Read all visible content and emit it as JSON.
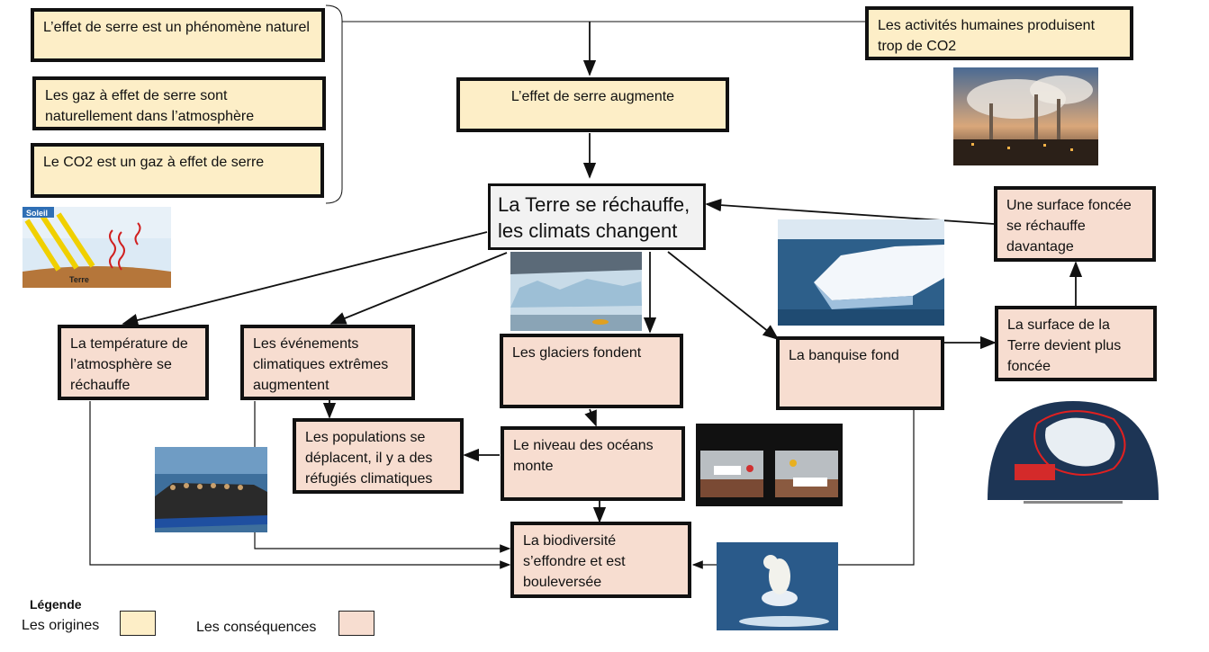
{
  "origins": {
    "natural": "L’effet de serre est un phénomène naturel",
    "gases": "Les gaz à effet de serre sont naturellement dans l’atmosphère",
    "co2": "Le CO2 est un gaz à effet de serre",
    "human": "Les activités humaines produisent trop de CO2",
    "increase": "L’effet de serre augmente"
  },
  "central": "La Terre se réchauffe, les climats changent",
  "consequences": {
    "temperature": "La température de l’atmosphère se réchauffe",
    "extreme": "Les événements climatiques extrêmes augmentent",
    "glaciers": "Les glaciers fondent",
    "banquise": "La banquise fond",
    "darker": "La surface de la Terre devient plus foncée",
    "dark_warms": "Une surface foncée se réchauffe davantage",
    "populations": "Les populations se déplacent, il y a des réfugiés climatiques",
    "ocean": "Le niveau des océans monte",
    "biodiversity": "La biodiversité s’effondre et est bouleversée"
  },
  "greenhouse_diagram": {
    "soleil": "Soleil",
    "terre": "Terre"
  },
  "legend": {
    "title": "Légende",
    "origins": "Les origines",
    "consequences": "Les conséquences"
  },
  "colors": {
    "origin_fill": "#fdeec7",
    "consequence_fill": "#f7ddd0",
    "border": "#111111"
  }
}
